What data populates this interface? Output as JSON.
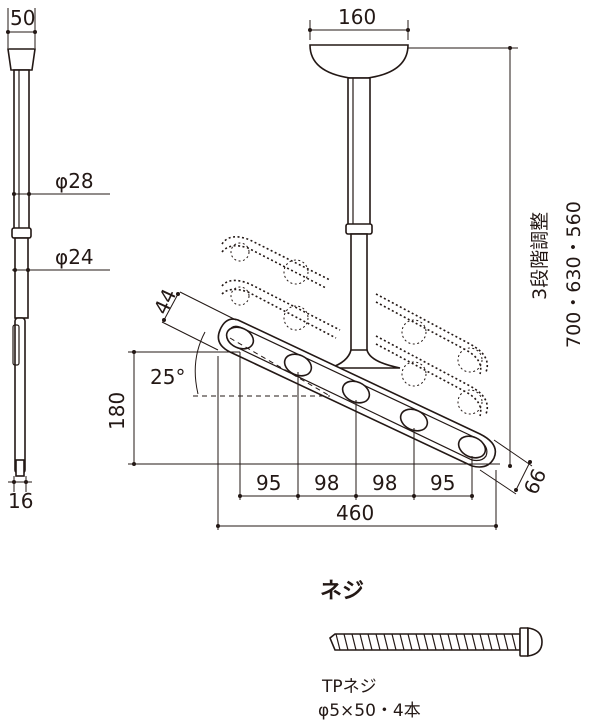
{
  "side_view": {
    "top_width": "50",
    "upper_pipe_dia": "φ28",
    "lower_pipe_dia": "φ24",
    "bottom_width": "16"
  },
  "front_view": {
    "base_width": "160",
    "arm_height": "44",
    "angle": "25°",
    "vertical_offset": "180",
    "end_thickness": "66",
    "segments": [
      "95",
      "98",
      "98",
      "95"
    ],
    "total_length": "460"
  },
  "adjustment": {
    "label": "3段階調整",
    "lengths": "700・630・560"
  },
  "screw": {
    "section_title": "ネジ",
    "name": "TPネジ",
    "spec": "φ5×50・4本"
  }
}
